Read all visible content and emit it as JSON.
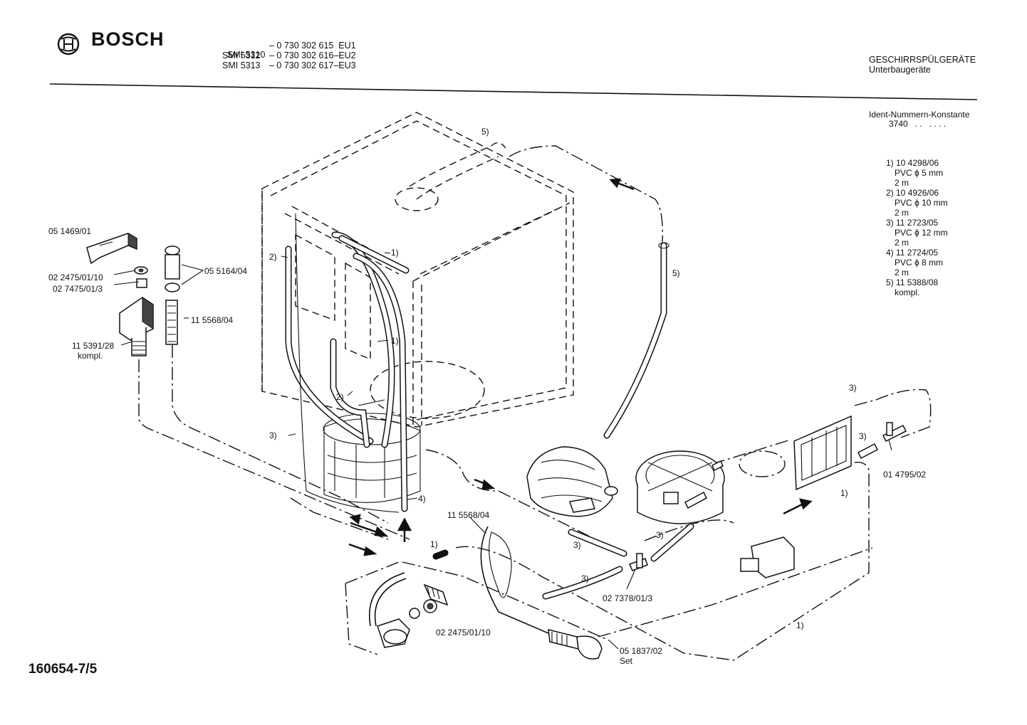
{
  "header": {
    "brand": "BOSCH",
    "models": [
      {
        "model": "SMI 5310",
        "number": "– 0 730 302 615  EU1"
      },
      {
        "model": "SMI 5312",
        "number": "– 0 730 302 616–EU2"
      },
      {
        "model": "SMI 5313",
        "number": "– 0 730 302 617–EU3"
      }
    ],
    "category": "GESCHIRRSPÜLGERÄTE",
    "subcategory": "Unterbaugeräte",
    "ident_title": "Ident-Nummern-Konstante",
    "ident_value": "3740   . .   . . . ."
  },
  "legend": [
    {
      "key": "1) 10 4298/06",
      "spec": "PVC ϕ 5 mm",
      "len": "2 m"
    },
    {
      "key": "2) 10 4926/06",
      "spec": "PVC ϕ 10 mm",
      "len": "2 m"
    },
    {
      "key": "3) 11 2723/05",
      "spec": "PVC ϕ 12 mm",
      "len": "2 m"
    },
    {
      "key": "4) 11 2724/05",
      "spec": "PVC ϕ 8 mm",
      "len": "2 m"
    },
    {
      "key": "5) 11 5388/08",
      "spec": "kompl.",
      "len": ""
    }
  ],
  "labels": {
    "p051469": "05 1469/01",
    "p022475a": "02 2475/01/10",
    "p027475": "02 7475/01/3",
    "p115391": "11 5391/28",
    "p115391_sub": "kompl.",
    "p055164": "05 5164/04",
    "p115568a": "11 5568/04",
    "p115568b": "11 5568/04",
    "p022475b": "02 2475/01/10",
    "p051837": "05 1837/02",
    "p051837_sub": "Set",
    "p027378": "02 7378/01/3",
    "p014795": "01 4795/02"
  },
  "callouts": {
    "c5_top": "5)",
    "c1_tank": "1)",
    "c2_left": "2)",
    "c1_mid": "1)",
    "c2_mid": "2)",
    "c3_left": "3)",
    "c4": "4)",
    "c5_right": "5)",
    "c3_right_top": "3)",
    "c3_right_mid": "3)",
    "c1_right": "1)",
    "c3_pump_a": "3)",
    "c3_pump_b": "3)",
    "c1_bottom": "1)",
    "c3_bottom": "3)",
    "c1_far": "1)"
  },
  "footer": {
    "doc_number": "160654-7/5"
  }
}
